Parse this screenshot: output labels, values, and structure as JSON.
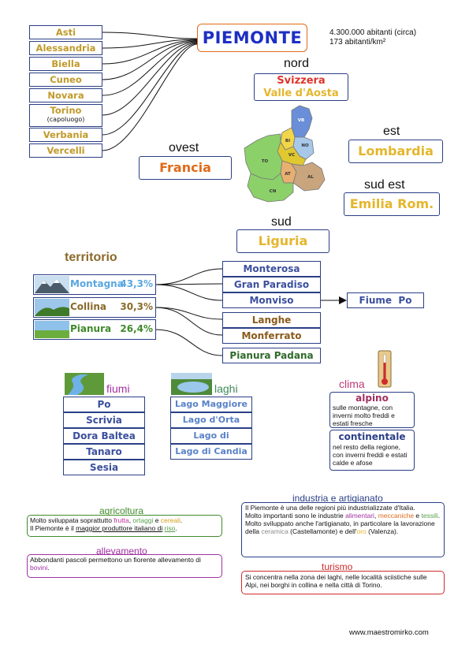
{
  "title": "PIEMONTE",
  "stats": {
    "population": "4.300.000 abitanti (circa)",
    "density": "173 abitanti/km²"
  },
  "provinces": [
    {
      "name": "Asti"
    },
    {
      "name": "Alessandria"
    },
    {
      "name": "Biella"
    },
    {
      "name": "Cuneo"
    },
    {
      "name": "Novara"
    },
    {
      "name": "Torino",
      "note": "(capoluogo)"
    },
    {
      "name": "Verbania"
    },
    {
      "name": "Vercelli"
    }
  ],
  "borders": {
    "north": {
      "label": "nord",
      "line1": "Svizzera",
      "line2": "Valle d'Aosta"
    },
    "east": {
      "label": "est",
      "value": "Lombardia"
    },
    "west": {
      "label": "ovest",
      "value": "Francia"
    },
    "southeast": {
      "label": "sud est",
      "value": "Emilia Rom."
    },
    "south": {
      "label": "sud",
      "value": "Liguria"
    }
  },
  "map_labels": [
    "VB",
    "BI",
    "NO",
    "VC",
    "TO",
    "AT",
    "AL",
    "CN"
  ],
  "territory": {
    "title": "territorio",
    "types": [
      {
        "name": "Montagna",
        "percent": "43,3%"
      },
      {
        "name": "Collina",
        "percent": "30,3%"
      },
      {
        "name": "Pianura",
        "percent": "26,4%"
      }
    ],
    "mountains": [
      "Monterosa",
      "Gran Paradiso",
      "Monviso"
    ],
    "hills": [
      "Langhe",
      "Monferrato"
    ],
    "plain": "Pianura Padana",
    "river_source": "Fiume  Po"
  },
  "fiumi": {
    "title": "fiumi",
    "items": [
      "Po",
      "Scrivia",
      "Dora Baltea",
      "Tanaro",
      "Sesia"
    ]
  },
  "laghi": {
    "title": "laghi",
    "items": [
      "Lago Maggiore",
      "Lago d'Orta",
      "Lago di Viverone",
      "Lago di Candia"
    ]
  },
  "clima": {
    "title": "clima",
    "alpino": {
      "name": "alpino",
      "desc": "sulle montagne, con inverni molto freddi e estati fresche"
    },
    "continentale": {
      "name": "continentale",
      "desc": "nel resto della regione, con inverni freddi e estati calde e afose"
    }
  },
  "agricoltura": {
    "title": "agricoltura",
    "t1": "Molto sviluppata soprattutto ",
    "frutta": "frutta",
    "c1": ", ",
    "ortaggi": "ortaggi",
    "c2": " e ",
    "cereali": "cereali",
    "c3": ".",
    "t2": "Il Piemonte è il ",
    "maggior": "maggior produttore italiano di",
    "space": " ",
    "riso": "riso",
    "end": "."
  },
  "allevamento": {
    "title": "allevamento",
    "t1": "Abbondanti pascoli permettono un fiorente allevamento di ",
    "bovini": "bovini",
    "end": "."
  },
  "industria": {
    "title": "industria e artigianato",
    "p1": "Il Piemonte è una delle regioni più industrializzate d'Italia.",
    "p2a": "Molto importanti sono le industrie ",
    "alimentari": "alimentari",
    "p2b": ", ",
    "meccaniche": "meccaniche",
    "p2c": " e ",
    "tessili": "tessili",
    "p2d": ".",
    "p3a": "Molto sviluppato anche l'artigianato, in particolare la lavorazione della ",
    "ceramica": "ceramica",
    "p3b": " (Castellamonte) e dell'",
    "oro": "oro",
    "p3c": " (Valenza)."
  },
  "turismo": {
    "title": "turismo",
    "desc": "Si concentra nella zona dei laghi, nelle località sciistiche sulle Alpi, nei borghi in collina e nella città di Torino."
  },
  "footer": "www.maestromirko.com",
  "colors": {
    "navy": "#2a3f86",
    "gold": "#e5b62c",
    "orange": "#e06a18",
    "red": "#e0342b",
    "purple": "#a030a0",
    "green": "#56a04a"
  }
}
